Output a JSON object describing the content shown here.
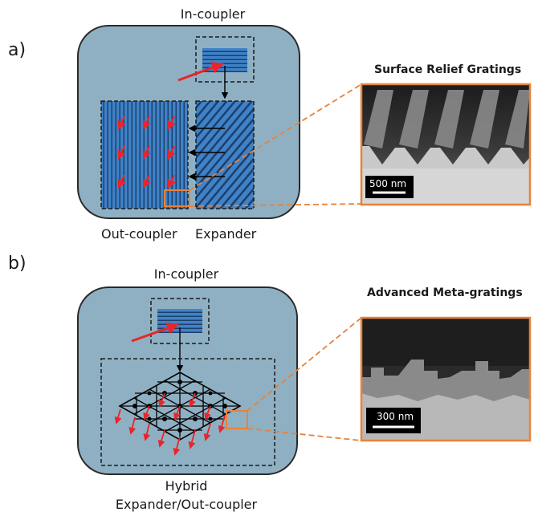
{
  "panel_a": {
    "label": "a)",
    "in_coupler_label": "In-coupler",
    "out_coupler_label": "Out-coupler",
    "expander_label": "Expander",
    "sem_title": "Surface Relief Gratings",
    "scale_bar": "500 nm"
  },
  "panel_b": {
    "label": "b)",
    "in_coupler_label": "In-coupler",
    "hybrid_label_line1": "Hybrid",
    "hybrid_label_line2": "Expander/Out-coupler",
    "sem_title": "Advanced Meta-gratings",
    "scale_bar": "300 nm"
  },
  "colors": {
    "device": "#8fb0c3",
    "grating": "#3f82c8",
    "highlight": "#e8823a",
    "ray": "#e8252a"
  }
}
